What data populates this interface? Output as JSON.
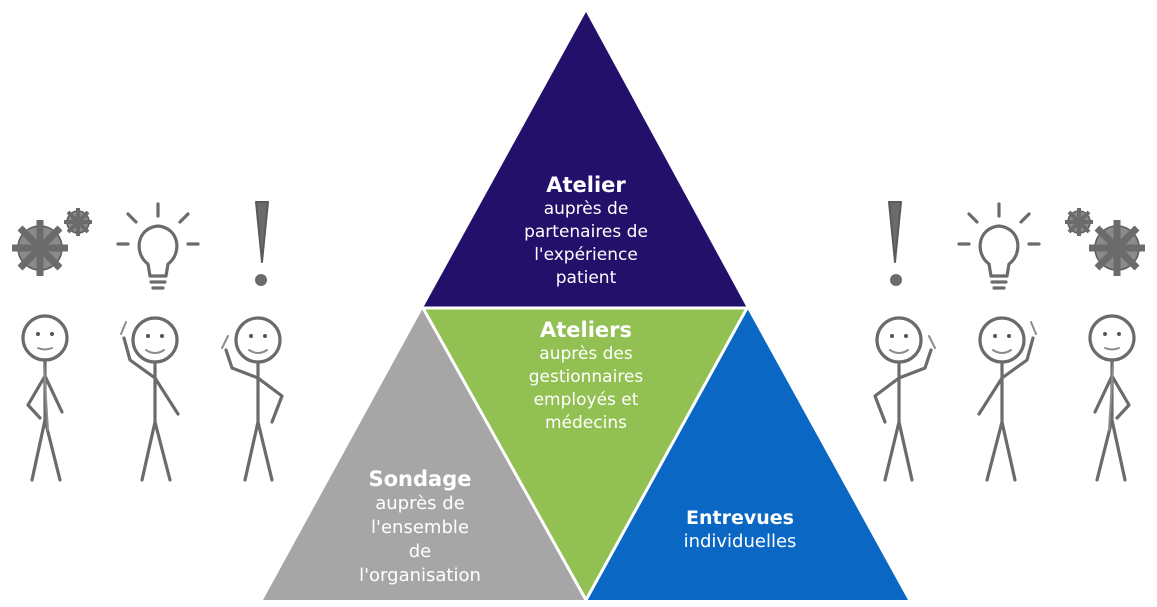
{
  "colors": {
    "top": "#23106b",
    "middle": "#92c052",
    "left": "#a6a6a6",
    "right": "#0a68c4",
    "sketch": "#6b6b6b"
  },
  "icons": [
    "gear-icon",
    "lightbulb-icon",
    "exclamation-icon",
    "stick-figure-icon"
  ],
  "diagram": {
    "top": {
      "title": "Atelier",
      "lines": [
        "auprès de",
        "partenaires de",
        "l'expérience",
        "patient"
      ]
    },
    "middle": {
      "title": "Ateliers",
      "lines": [
        "auprès des",
        "gestionnaires",
        "employés et",
        "médecins"
      ]
    },
    "left": {
      "title": "Sondage",
      "lines": [
        "auprès de",
        "l'ensemble",
        "de",
        "l'organisation"
      ]
    },
    "right": {
      "title": "Entrevues",
      "lines": [
        "individuelles"
      ]
    }
  }
}
